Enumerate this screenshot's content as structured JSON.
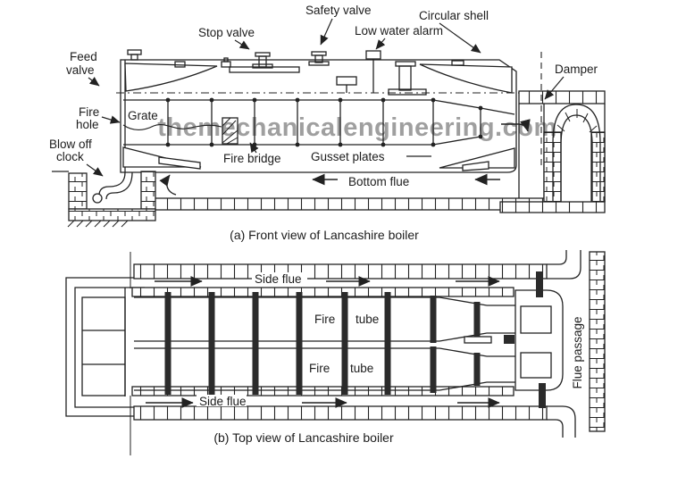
{
  "colors": {
    "line": "#222222",
    "watermark": "#9a9a9a",
    "background": "#ffffff"
  },
  "watermark": "themechanicalengineering.com",
  "front_view": {
    "caption": "(a) Front view of Lancashire boiler",
    "labels": {
      "safety_valve": "Safety valve",
      "stop_valve": "Stop valve",
      "low_water_alarm": "Low water alarm",
      "circular_shell": "Circular shell",
      "feed_line1": "Feed",
      "feed_line2": "valve",
      "damper": "Damper",
      "fire_hole_line1": "Fire",
      "fire_hole_line2": "hole",
      "grate": "Grate",
      "blow_off_line1": "Blow off",
      "blow_off_line2": "clock",
      "fire_bridge": "Fire bridge",
      "gusset_plates": "Gusset plates",
      "bottom_flue": "Bottom flue"
    }
  },
  "top_view": {
    "caption": "(b) Top view of Lancashire boiler",
    "labels": {
      "side_flue_top": "Side flue",
      "side_flue_bottom": "Side flue",
      "fire_top": "Fire",
      "tube_top": "tube",
      "fire_bottom": "Fire",
      "tube_bottom": "tube",
      "flue_passage": "Flue passage"
    }
  }
}
